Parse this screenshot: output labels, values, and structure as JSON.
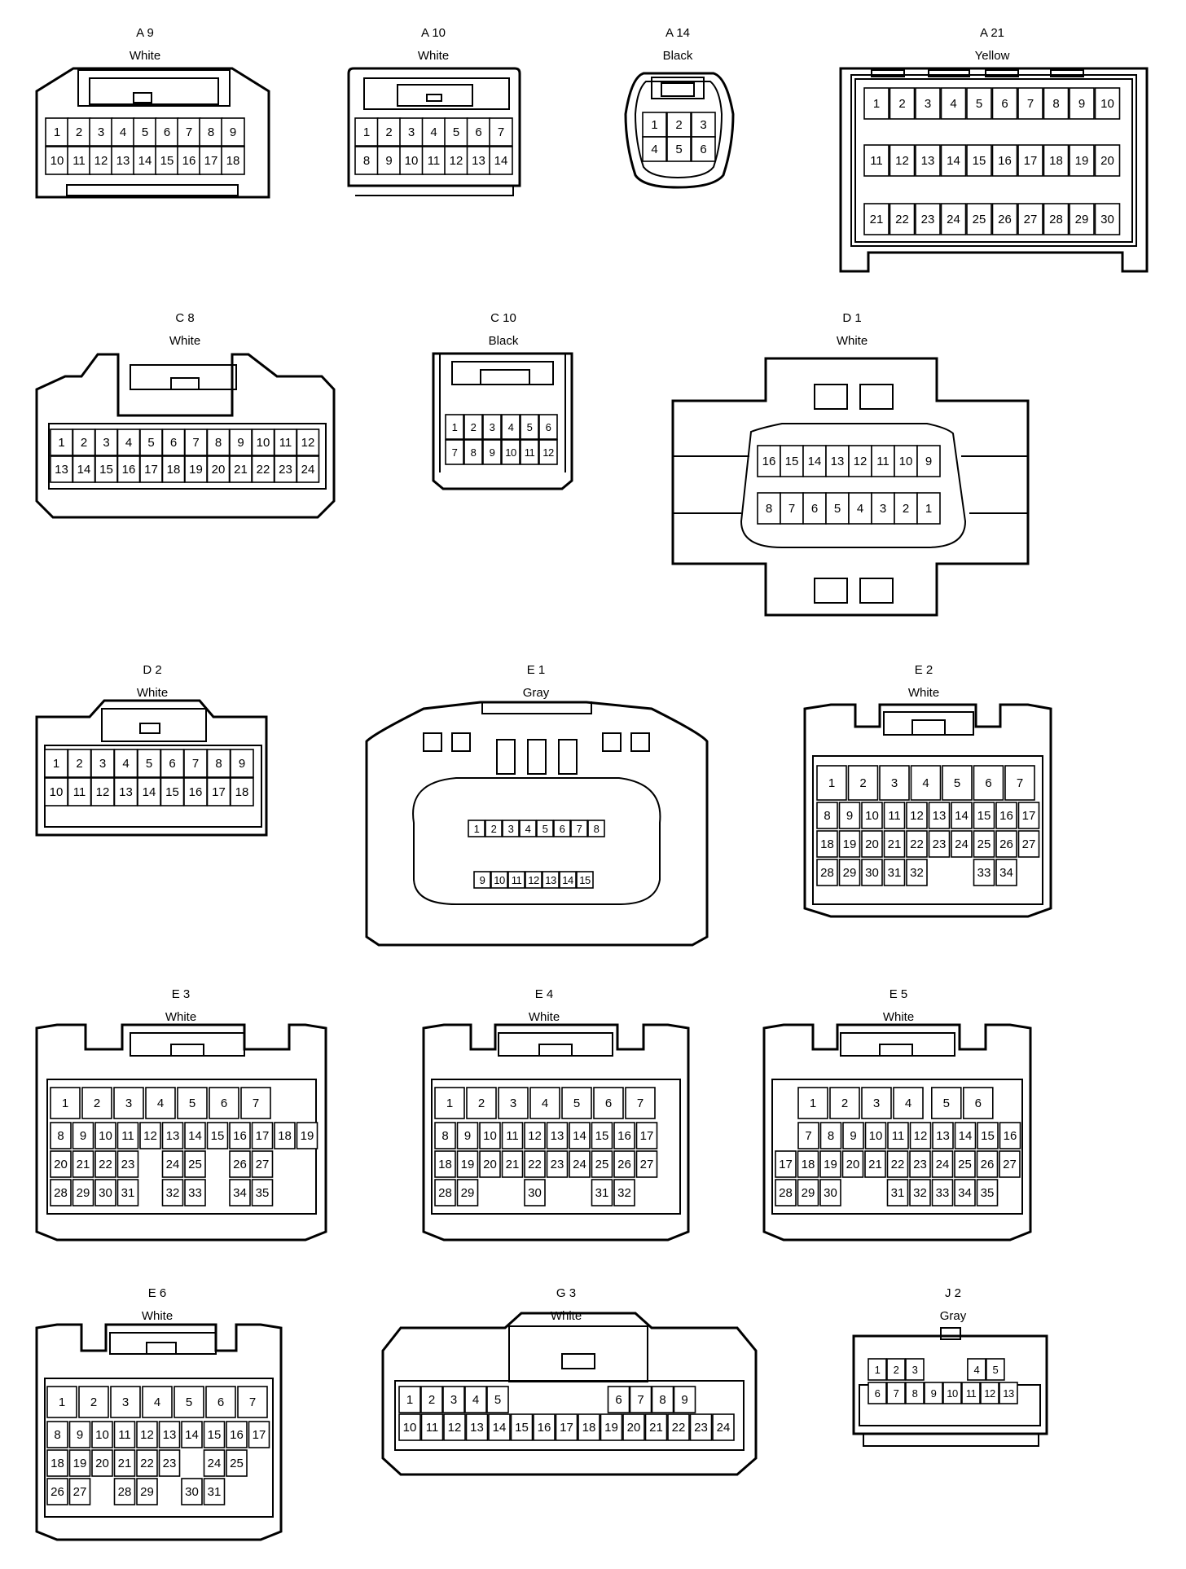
{
  "connectors": [
    {
      "id": "A 9",
      "color": "White",
      "rows": [
        [
          "1",
          "2",
          "3",
          "4",
          "5",
          "6",
          "7",
          "8",
          "9"
        ],
        [
          "10",
          "11",
          "12",
          "13",
          "14",
          "15",
          "16",
          "17",
          "18"
        ]
      ]
    },
    {
      "id": "A 10",
      "color": "White",
      "rows": [
        [
          "1",
          "2",
          "3",
          "4",
          "5",
          "6",
          "7"
        ],
        [
          "8",
          "9",
          "10",
          "11",
          "12",
          "13",
          "14"
        ]
      ]
    },
    {
      "id": "A 14",
      "color": "Black",
      "rows": [
        [
          "1",
          "2",
          "3"
        ],
        [
          "4",
          "5",
          "6"
        ]
      ]
    },
    {
      "id": "A 21",
      "color": "Yellow",
      "rows": [
        [
          "1",
          "2",
          "3",
          "4",
          "5",
          "6",
          "7",
          "8",
          "9",
          "10"
        ],
        [
          "11",
          "12",
          "13",
          "14",
          "15",
          "16",
          "17",
          "18",
          "19",
          "20"
        ],
        [
          "21",
          "22",
          "23",
          "24",
          "25",
          "26",
          "27",
          "28",
          "29",
          "30"
        ]
      ]
    },
    {
      "id": "C 8",
      "color": "White",
      "rows": [
        [
          "1",
          "2",
          "3",
          "4",
          "5",
          "6",
          "7",
          "8",
          "9",
          "10",
          "11",
          "12"
        ],
        [
          "13",
          "14",
          "15",
          "16",
          "17",
          "18",
          "19",
          "20",
          "21",
          "22",
          "23",
          "24"
        ]
      ]
    },
    {
      "id": "C 10",
      "color": "Black",
      "rows": [
        [
          "1",
          "2",
          "3",
          "4",
          "5",
          "6"
        ],
        [
          "7",
          "8",
          "9",
          "10",
          "11",
          "12"
        ]
      ]
    },
    {
      "id": "D 1",
      "color": "White",
      "rows": [
        [
          "16",
          "15",
          "14",
          "13",
          "12",
          "11",
          "10",
          "9"
        ],
        [
          "8",
          "7",
          "6",
          "5",
          "4",
          "3",
          "2",
          "1"
        ]
      ]
    },
    {
      "id": "D 2",
      "color": "White",
      "rows": [
        [
          "1",
          "2",
          "3",
          "4",
          "5",
          "6",
          "7",
          "8",
          "9"
        ],
        [
          "10",
          "11",
          "12",
          "13",
          "14",
          "15",
          "16",
          "17",
          "18"
        ]
      ]
    },
    {
      "id": "E 1",
      "color": "Gray",
      "rows": [
        [
          "1",
          "2",
          "3",
          "4",
          "5",
          "6",
          "7",
          "8"
        ],
        [
          "9",
          "10",
          "11",
          "12",
          "13",
          "14",
          "15"
        ]
      ]
    },
    {
      "id": "E 2",
      "color": "White",
      "rows": [
        [
          "1",
          "2",
          "3",
          "4",
          "5",
          "6",
          "7"
        ],
        [
          "8",
          "9",
          "10",
          "11",
          "12",
          "13",
          "14",
          "15",
          "16",
          "17"
        ],
        [
          "18",
          "19",
          "20",
          "21",
          "22",
          "23",
          "24",
          "25",
          "26",
          "27"
        ],
        [
          "28",
          "29",
          "30",
          "31",
          "32",
          "33",
          "34"
        ]
      ]
    },
    {
      "id": "E 3",
      "color": "White",
      "rows": [
        [
          "1",
          "2",
          "3",
          "4",
          "5",
          "6",
          "7"
        ],
        [
          "8",
          "9",
          "10",
          "11",
          "12",
          "13",
          "14",
          "15",
          "16",
          "17",
          "18",
          "19"
        ],
        [
          "20",
          "21",
          "22",
          "23",
          "24",
          "25",
          "26",
          "27"
        ],
        [
          "28",
          "29",
          "30",
          "31",
          "32",
          "33",
          "34",
          "35"
        ]
      ]
    },
    {
      "id": "E 4",
      "color": "White",
      "rows": [
        [
          "1",
          "2",
          "3",
          "4",
          "5",
          "6",
          "7"
        ],
        [
          "8",
          "9",
          "10",
          "11",
          "12",
          "13",
          "14",
          "15",
          "16",
          "17"
        ],
        [
          "18",
          "19",
          "20",
          "21",
          "22",
          "23",
          "24",
          "25",
          "26",
          "27"
        ],
        [
          "28",
          "29",
          "30",
          "31",
          "32"
        ]
      ]
    },
    {
      "id": "E 5",
      "color": "White",
      "rows": [
        [
          "1",
          "2",
          "3",
          "4",
          "5",
          "6"
        ],
        [
          "7",
          "8",
          "9",
          "10",
          "11",
          "12",
          "13",
          "14",
          "15",
          "16"
        ],
        [
          "17",
          "18",
          "19",
          "20",
          "21",
          "22",
          "23",
          "24",
          "25",
          "26",
          "27"
        ],
        [
          "28",
          "29",
          "30",
          "31",
          "32",
          "33",
          "34",
          "35"
        ]
      ]
    },
    {
      "id": "E 6",
      "color": "White",
      "rows": [
        [
          "1",
          "2",
          "3",
          "4",
          "5",
          "6",
          "7"
        ],
        [
          "8",
          "9",
          "10",
          "11",
          "12",
          "13",
          "14",
          "15",
          "16",
          "17"
        ],
        [
          "18",
          "19",
          "20",
          "21",
          "22",
          "23",
          "24",
          "25"
        ],
        [
          "26",
          "27",
          "28",
          "29",
          "30",
          "31"
        ]
      ]
    },
    {
      "id": "G 3",
      "color": "White",
      "rows": [
        [
          "1",
          "2",
          "3",
          "4",
          "5",
          "6",
          "7",
          "8",
          "9"
        ],
        [
          "10",
          "11",
          "12",
          "13",
          "14",
          "15",
          "16",
          "17",
          "18",
          "19",
          "20",
          "21",
          "22",
          "23",
          "24"
        ]
      ]
    },
    {
      "id": "J 2",
      "color": "Gray",
      "rows": [
        [
          "1",
          "2",
          "3",
          "4",
          "5"
        ],
        [
          "6",
          "7",
          "8",
          "9",
          "10",
          "11",
          "12",
          "13"
        ]
      ]
    }
  ]
}
